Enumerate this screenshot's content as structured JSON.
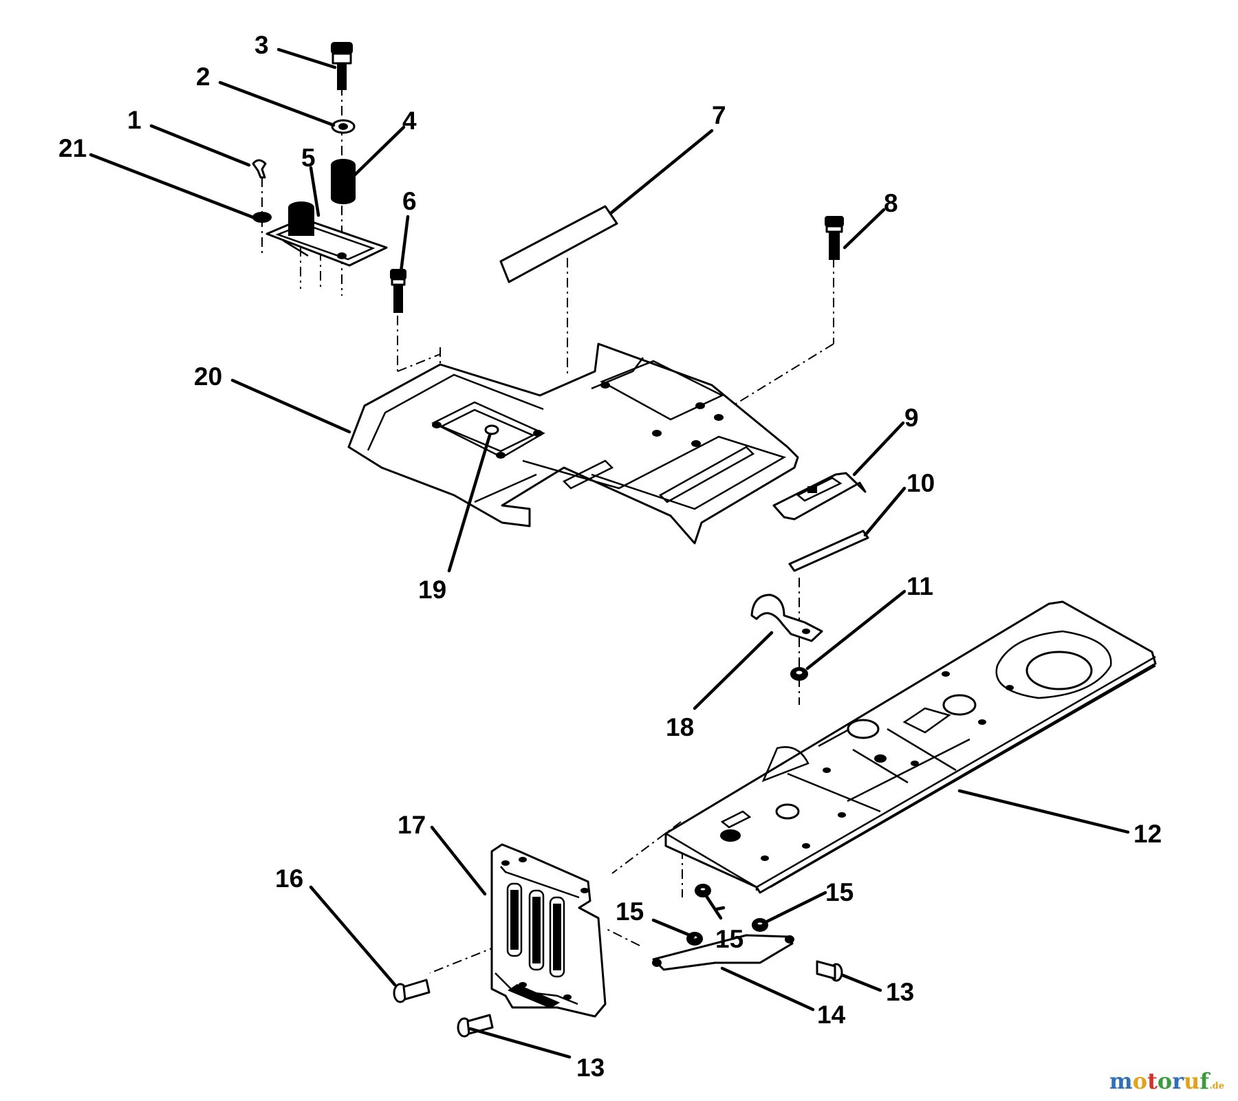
{
  "callouts": [
    {
      "id": "1",
      "text": "1"
    },
    {
      "id": "2",
      "text": "2"
    },
    {
      "id": "3",
      "text": "3"
    },
    {
      "id": "4",
      "text": "4"
    },
    {
      "id": "5",
      "text": "5"
    },
    {
      "id": "6",
      "text": "6"
    },
    {
      "id": "7",
      "text": "7"
    },
    {
      "id": "8",
      "text": "8"
    },
    {
      "id": "9",
      "text": "9"
    },
    {
      "id": "10",
      "text": "10"
    },
    {
      "id": "11",
      "text": "11"
    },
    {
      "id": "12",
      "text": "12"
    },
    {
      "id": "13a",
      "text": "13"
    },
    {
      "id": "13b",
      "text": "13"
    },
    {
      "id": "14",
      "text": "14"
    },
    {
      "id": "15a",
      "text": "15"
    },
    {
      "id": "15b",
      "text": "15"
    },
    {
      "id": "15c",
      "text": "15"
    },
    {
      "id": "16",
      "text": "16"
    },
    {
      "id": "17",
      "text": "17"
    },
    {
      "id": "18",
      "text": "18"
    },
    {
      "id": "19",
      "text": "19"
    },
    {
      "id": "20",
      "text": "20"
    },
    {
      "id": "21",
      "text": "21"
    }
  ],
  "watermark": {
    "letters": [
      "m",
      "o",
      "t",
      "o",
      "r",
      "u",
      "f"
    ],
    "suffix": ".de"
  }
}
